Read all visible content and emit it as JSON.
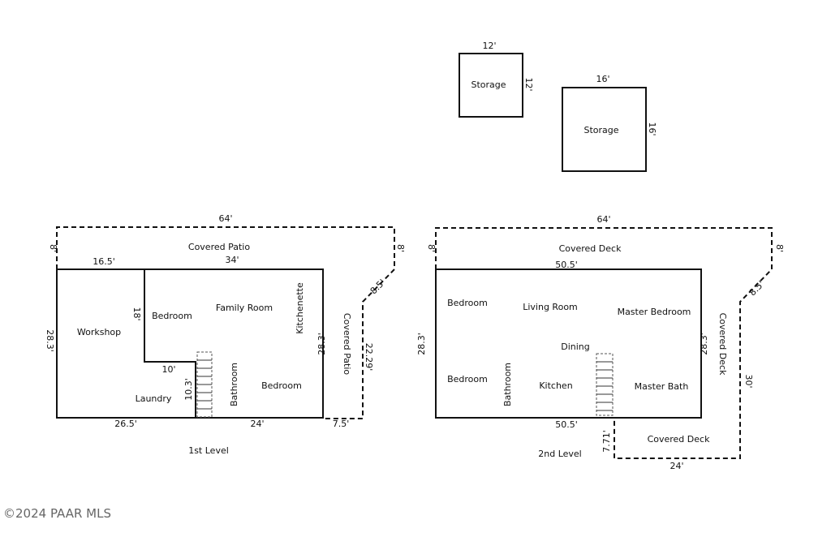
{
  "storage_a": {
    "label": "Storage",
    "width": "12'",
    "depth": "12'"
  },
  "storage_b": {
    "label": "Storage",
    "width": "16'",
    "depth": "16'"
  },
  "level1": {
    "caption": "1st Level",
    "overall_width": "64'",
    "patio_depth": "8'",
    "patio_label": "Covered Patio",
    "patio_corner": "8'",
    "patio_diag": "8.5'",
    "patio_right_label": "Covered Patio",
    "patio_right_len": "22.29'",
    "patio_bottom": "7.5'",
    "top_left": "16.5'",
    "top_right": "34'",
    "left_height": "28.3'",
    "right_height": "28.3'",
    "inner_height": "18'",
    "inner_width": "10'",
    "laundry_height": "10.3'",
    "bottom_left": "26.5'",
    "bottom_right": "24'",
    "rooms": {
      "workshop": "Workshop",
      "bedroom1": "Bedroom",
      "family": "Family Room",
      "kitchenette": "Kitchenette",
      "laundry": "Laundry",
      "bathroom": "Bathroom",
      "bedroom2": "Bedroom"
    }
  },
  "level2": {
    "caption": "2nd Level",
    "overall_width": "64'",
    "deck_depth": "8'",
    "deck_label": "Covered Deck",
    "deck_corner": "8'",
    "deck_diag": "8.5'",
    "deck_right_label": "Covered Deck",
    "deck_right_len": "30'",
    "top_width": "50.5'",
    "bottom_width": "50.5'",
    "left_height": "28.3'",
    "right_height": "28.3'",
    "bottom_deck_depth": "7.71'",
    "bottom_deck_label": "Covered Deck",
    "bottom_deck_width": "24'",
    "rooms": {
      "bedroom1": "Bedroom",
      "living": "Living Room",
      "master_bed": "Master Bedroom",
      "dining": "Dining",
      "bedroom2": "Bedroom",
      "bathroom": "Bathroom",
      "kitchen": "Kitchen",
      "master_bath": "Master Bath"
    }
  },
  "watermark": "©2024 PAAR MLS"
}
